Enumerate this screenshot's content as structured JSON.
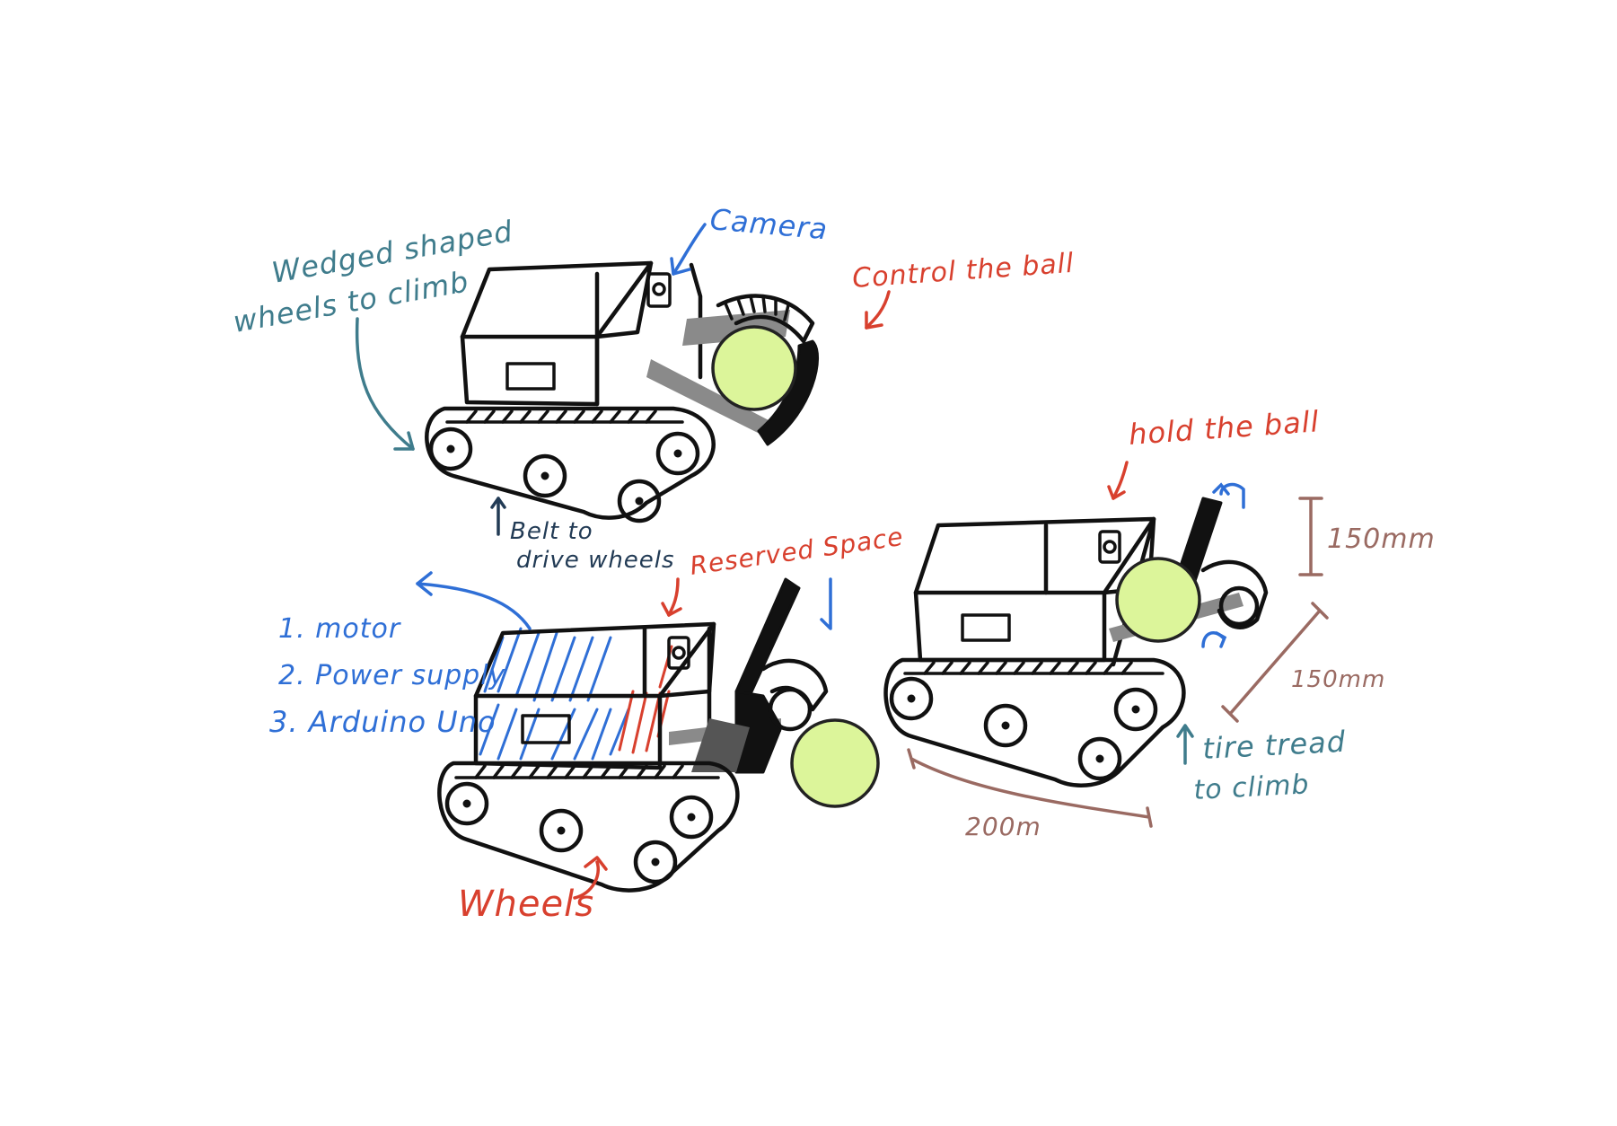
{
  "colors": {
    "ink": "#111111",
    "ball": "#dcf59a",
    "teal_annotation": "#3f7c8c",
    "blue_annotation": "#2f6fd6",
    "red_annotation": "#d8402e",
    "brown_dimension": "#9a6a62",
    "navy_annotation": "#223b55",
    "hatch_blue": "#2f6fd6",
    "hatch_red": "#d8402e",
    "gray_arm": "#8a8a8a"
  },
  "labels": {
    "wedge_line1": "Wedged shaped",
    "wedge_line2": "wheels to climb",
    "camera": "Camera",
    "control_ball": "Control the ball",
    "belt_line1": "Belt to",
    "belt_line2": "drive wheels",
    "reserved_space": "Reserved Space",
    "list_1": "1. motor",
    "list_2": "2. Power supply",
    "list_3": "3. Arduino Uno",
    "wheels": "Wheels",
    "hold_ball": "hold the ball",
    "height": "150mm",
    "depth": "150mm",
    "width": "200m",
    "tread_line1": "tire tread",
    "tread_line2": "to climb"
  }
}
